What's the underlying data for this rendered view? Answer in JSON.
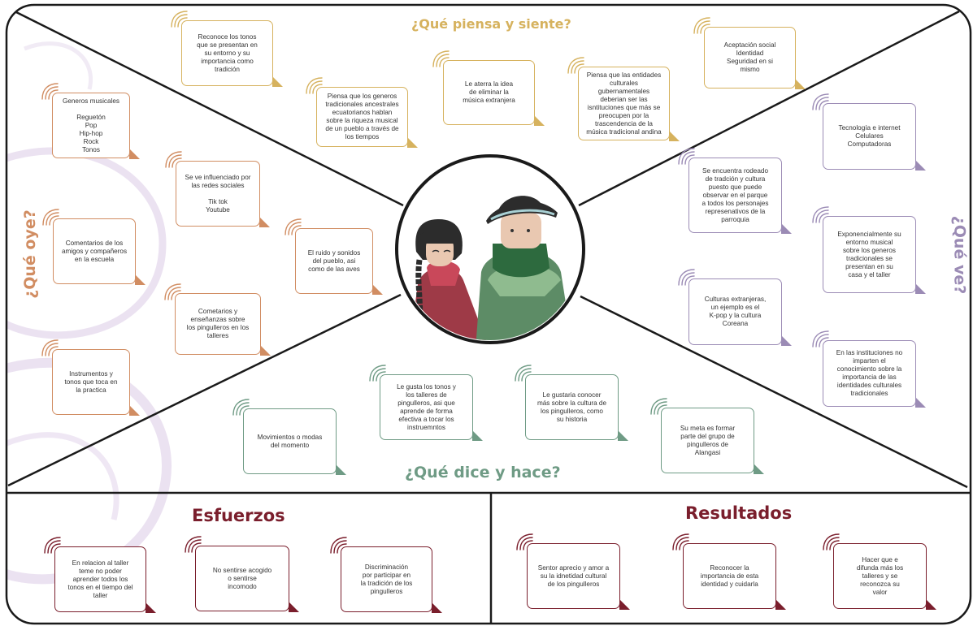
{
  "headings": {
    "think_feel": "¿Qué piensa y siente?",
    "hear": "¿Qué oye?",
    "see": "¿Qué ve?",
    "say_do": "¿Qué dice y hace?",
    "efforts": "Esfuerzos",
    "results": "Resultados"
  },
  "colors": {
    "gold": "#d6b25e",
    "orange": "#d18d62",
    "purple": "#9b8bb5",
    "green": "#6f9b85",
    "maroon": "#7a1e2c",
    "border": "#1a1a1a"
  },
  "icons": [
    "sound-wave-icon",
    "person-illustration"
  ],
  "think_feel_notes": [
    "Reconoce los tonos\nque se presentan en\nsu entorno y su\nimportancia como\ntradición",
    "Piensa que los generos\ntradicionales ancestrales\necuatorianos hablan\nsobre la riqueza musical\nde un pueblo a través de\nlos tiempos",
    "Le aterra la idea\nde eliminar la\nmúsica extranjera",
    "Piensa que las entidades\nculturales\ngubernamentales\ndeberian ser las\nisntituciones que más se\npreocupen por la\ntrascendencia de la\nmúsica tradicional andina",
    "Aceptación social\nIdentidad\nSeguridad en si\nmismo"
  ],
  "hear_notes": [
    "Generos musicales\n\nReguetón\nPop\nHip-hop\nRock\nTonos",
    "Se ve influenciado por\nlas redes sociales\n\nTik tok\nYoutube",
    "Comentarios de los\namigos y compañeros\nen la escuela",
    "El ruido y sonidos\ndel pueblo, asi\ncomo de las aves",
    "Cometarios y\nenseñanzas sobre\nlos pingulleros en los\ntalleres",
    "Instrumentos y\ntonos que toca en\nla practica"
  ],
  "see_notes": [
    "Tecnología e internet\nCelulares\nComputadoras",
    "Se encuentra rodeado\nde tradción y cultura\npuesto que puede\nobservar en el parque\na todos los personajes\nrepresenativos de la\nparroquia",
    "Exponencialmente su\nentorno musical\nsobre los generos\ntradicionales se\npresentan en su\ncasa y el taller",
    "Culturas extranjeras,\nun ejemplo es el\nK-pop y la cultura\nCoreana",
    "En las instituciones no\nimparten el\nconocimiento sobre la\nimportancia de las\nidentidades culturales\ntradicionales"
  ],
  "say_do_notes": [
    "Movimientos o modas\ndel momento",
    "Le gusta los tonos y\nlos talleres de\npingulleros, asi que\naprende de forma\nefectiva a tocar los\ninstruemntos",
    "Le gustaria conocer\nmás sobre la cultura de\nlos pingulleros, como\nsu historia",
    "Su meta es formar\nparte del grupo de\npingulleros de\nAlangasi"
  ],
  "efforts_notes": [
    "En relacion al taller\nteme no poder\naprender todos los\ntonos en el tiempo del\ntaller",
    "No sentirse acogido\no sentirse\nincomodo",
    "Discriminación\npor participar en\nla tradición de los\npingulleros"
  ],
  "results_notes": [
    "Sentor aprecio y amor a\nsu la idnetidad cultural\nde los pingulleros",
    "Reconocer la\nimportancia de esta\nidentidad y cuidarla",
    "Hacer que e\ndifunda más los\ntalleres y se\nreconozca su\nvalor"
  ]
}
